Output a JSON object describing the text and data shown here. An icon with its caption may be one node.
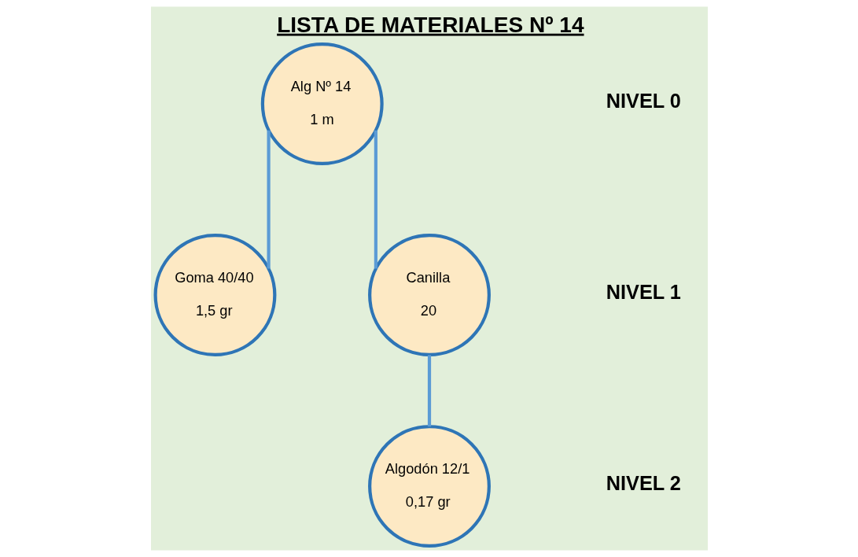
{
  "diagram": {
    "title": "LISTA DE MATERIALES Nº 14",
    "nodes": [
      {
        "text": [
          "Alg Nº 14",
          "1 m"
        ]
      },
      {
        "text": [
          "Goma 40/40",
          "1,5 gr"
        ]
      },
      {
        "text": [
          "Canilla",
          "20"
        ]
      },
      {
        "text": [
          "Algodón 12/1",
          "0,17 gr"
        ]
      }
    ],
    "edges": [
      {
        "from": 0,
        "to": 1,
        "arrow": "none"
      },
      {
        "from": 0,
        "to": 2,
        "arrow": "none"
      },
      {
        "from": 2,
        "to": 3,
        "arrow": "none"
      }
    ],
    "labels": [
      "NIVEL 0",
      "NIVEL 1",
      "NIVEL 2"
    ]
  }
}
